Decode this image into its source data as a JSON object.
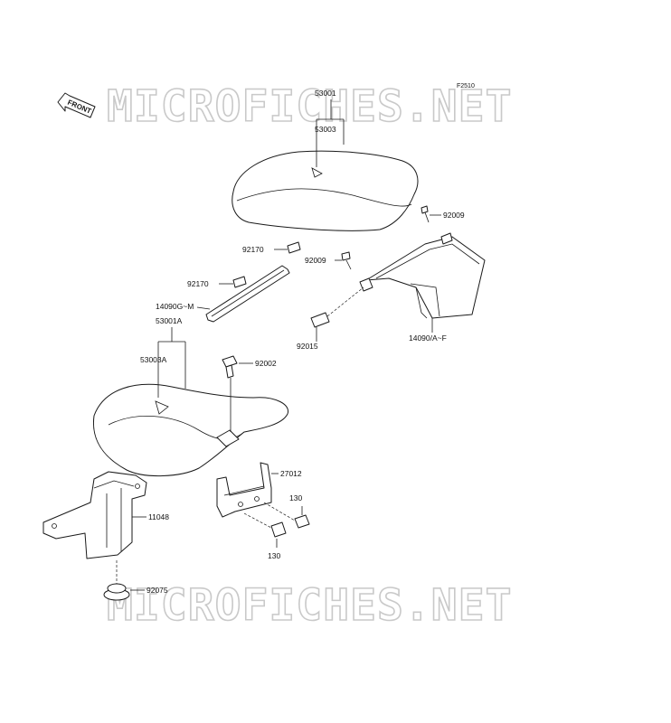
{
  "diagram_code": "F2510",
  "front_label": "FRONT",
  "watermarks": [
    "MICROFICHES.NET",
    "MICROFICHES.NET"
  ],
  "parts": {
    "p53001": "53001",
    "p53003": "53003",
    "p92009a": "92009",
    "p92170a": "92170",
    "p92009b": "92009",
    "p92170b": "92170",
    "p14090g": "14090G~M",
    "p53001a": "53001A",
    "p53003a": "53003A",
    "p92015": "92015",
    "p14090a": "14090/A~F",
    "p92002": "92002",
    "p27012": "27012",
    "p130a": "130",
    "p11048": "11048",
    "p130b": "130",
    "p92075": "92075"
  }
}
